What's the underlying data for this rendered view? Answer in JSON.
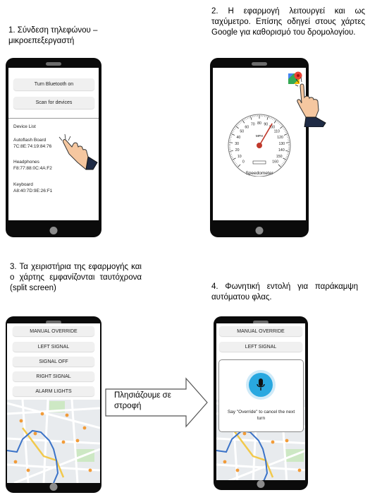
{
  "panel1": {
    "caption": "1. Σύνδεση τηλεφώνου – μικροεπεξεργαστή",
    "btn_bluetooth": "Turn Bluetooth on",
    "btn_scan": "Scan for devices",
    "device_list_title": "Device List",
    "devices": [
      {
        "name": "Autoflash Board",
        "mac": "7C:8E:74:19:84:76"
      },
      {
        "name": "Headphones",
        "mac": "F8:77:88:0C:4A:F2"
      },
      {
        "name": "Keyboard",
        "mac": "A8:40:7D:9E:26:F1"
      }
    ]
  },
  "panel2": {
    "caption": "2. Η εφαρμογή λειτουργεί και ως ταχύμετρο. Επίσης οδηγεί στους χάρτες Google για καθορισμό του δρομολογίου.",
    "gauge_unit": "MPH",
    "gauge_ticks": [
      "0",
      "10",
      "20",
      "30",
      "40",
      "50",
      "60",
      "70",
      "80",
      "90",
      "100",
      "110",
      "120",
      "130",
      "140",
      "150",
      "160"
    ],
    "gauge_value_mph": 98,
    "gauge_label": "Speedometer"
  },
  "panel3": {
    "caption": "3. Τα χειριστήρια της εφαρμογής και ο χάρτης εμφανίζονται ταυτόχρονα (split screen)",
    "buttons": [
      "MANUAL OVERRIDE",
      "LEFT SIGNAL",
      "SIGNAL OFF",
      "RIGHT SIGNAL",
      "ALARM LIGHTS"
    ]
  },
  "arrow": {
    "text": "Πλησιάζουμε σε στροφή"
  },
  "panel4": {
    "caption": "4. Φωνητική εντολή για παράκαμψη αυτόματου φλας.",
    "buttons": [
      "MANUAL OVERRIDE",
      "LEFT SIGNAL"
    ],
    "voice_prompt": "Say \"Override\" to cancel the next turn"
  },
  "colors": {
    "phone": "#0b0b0b",
    "button": "#f0f0f0",
    "mic": "#29a8e0",
    "needle": "#c0392b",
    "route": "#3b73c8",
    "hand": "#f5c7a0"
  }
}
